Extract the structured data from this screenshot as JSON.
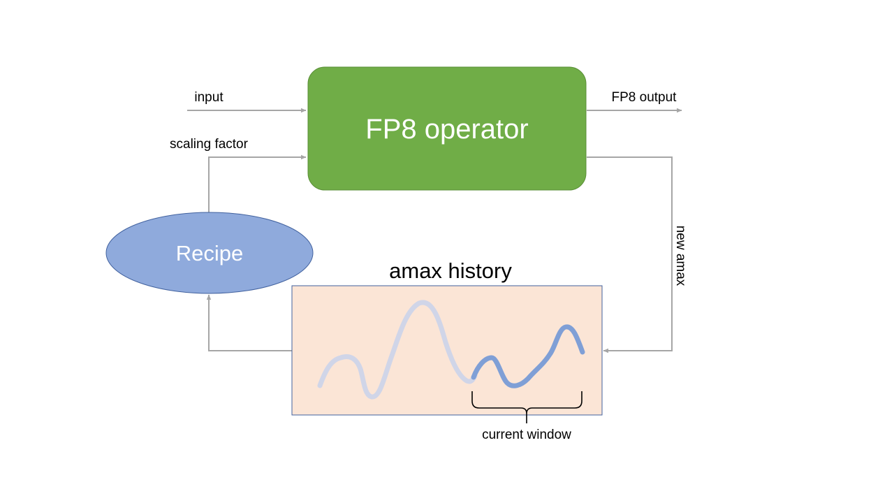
{
  "operator": {
    "label": "FP8 operator",
    "fill": "#70ad47"
  },
  "recipe": {
    "label": "Recipe",
    "fill": "#8faadc",
    "stroke": "#41619e"
  },
  "history": {
    "title": "amax history",
    "fill": "#fbe5d6",
    "old_curve_color": "#d0d5e8",
    "window_curve_color": "#7f9fd6",
    "window_label": "current window"
  },
  "arrows": {
    "input_label": "input",
    "scaling_label": "scaling factor",
    "output_label": "FP8 output",
    "new_amax_label": "new amax",
    "color": "#a6a6a6"
  }
}
